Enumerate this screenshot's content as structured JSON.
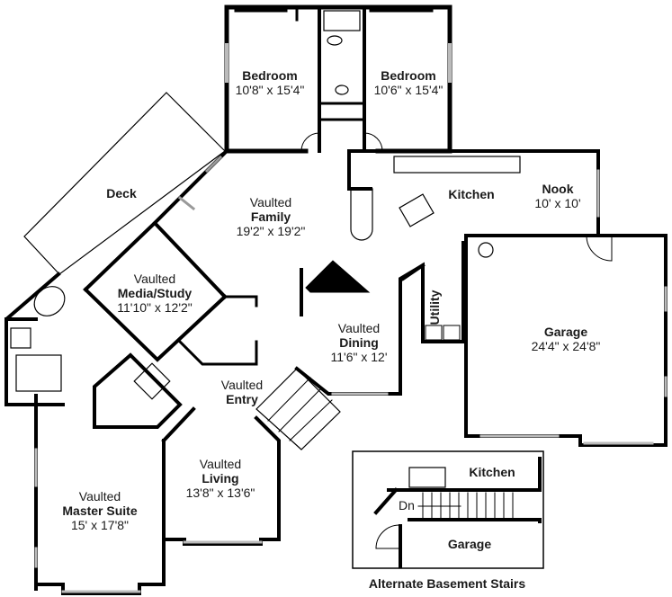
{
  "plan": {
    "rooms": [
      {
        "id": "bedroom-left",
        "prefix": "",
        "name": "Bedroom",
        "dims": "10'8\" x 15'4\""
      },
      {
        "id": "bedroom-right",
        "prefix": "",
        "name": "Bedroom",
        "dims": "10'6\" x 15'4\""
      },
      {
        "id": "deck",
        "prefix": "",
        "name": "Deck",
        "dims": ""
      },
      {
        "id": "family",
        "prefix": "Vaulted",
        "name": "Family",
        "dims": "19'2\" x 19'2\""
      },
      {
        "id": "kitchen",
        "prefix": "",
        "name": "Kitchen",
        "dims": ""
      },
      {
        "id": "nook",
        "prefix": "",
        "name": "Nook",
        "dims": "10' x 10'"
      },
      {
        "id": "media-study",
        "prefix": "Vaulted",
        "name": "Media/Study",
        "dims": "11'10\" x 12'2\""
      },
      {
        "id": "utility",
        "prefix": "",
        "name": "Utility",
        "dims": ""
      },
      {
        "id": "dining",
        "prefix": "Vaulted",
        "name": "Dining",
        "dims": "11'6\" x 12'"
      },
      {
        "id": "garage",
        "prefix": "",
        "name": "Garage",
        "dims": "24'4\" x 24'8\""
      },
      {
        "id": "entry",
        "prefix": "Vaulted",
        "name": "Entry",
        "dims": ""
      },
      {
        "id": "living",
        "prefix": "Vaulted",
        "name": "Living",
        "dims": "13'8\" x 13'6\""
      },
      {
        "id": "master-suite",
        "prefix": "Vaulted",
        "name": "Master Suite",
        "dims": "15' x 17'8\""
      }
    ],
    "inset": {
      "kitchen": "Kitchen",
      "stair_label": "Dn",
      "garage": "Garage",
      "caption": "Alternate Basement Stairs"
    },
    "colors": {
      "wall": "#000000",
      "thin_line": "#333333",
      "window": "#bbbbbb",
      "background": "#ffffff"
    }
  }
}
